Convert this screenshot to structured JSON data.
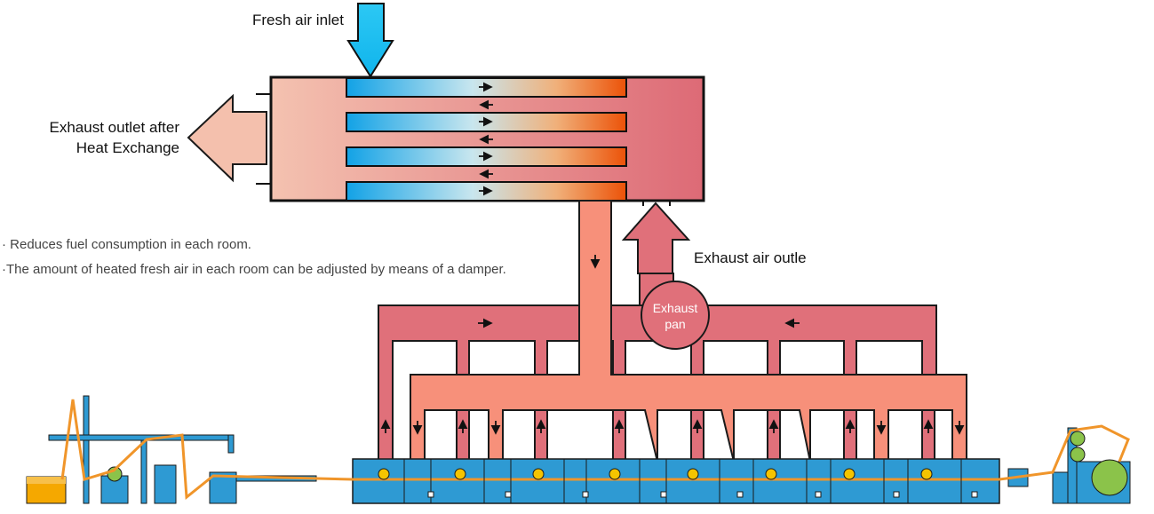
{
  "labels": {
    "fresh_air_inlet": "Fresh air inlet",
    "exhaust_outlet_line1": "Exhaust outlet after",
    "exhaust_outlet_line2": "Heat Exchange",
    "exhaust_air_outlet": "Exhaust air outle",
    "exhaust_pan_line1": "Exhaust",
    "exhaust_pan_line2": "pan"
  },
  "notes": [
    "· Reduces fuel consumption in each room.",
    "·The amount of heated fresh air in each room can be adjusted by means of a damper."
  ],
  "colors": {
    "fresh_air": "#1ec0f0",
    "hot_duct": "#e0707a",
    "warm_duct": "#f7907a",
    "exhaust_light": "#f4c0ad",
    "machine_blue": "#2e9ad3",
    "belt_orange": "#f0952a",
    "fan_yellow": "#f5c400",
    "outline": "#1a1a1a"
  }
}
